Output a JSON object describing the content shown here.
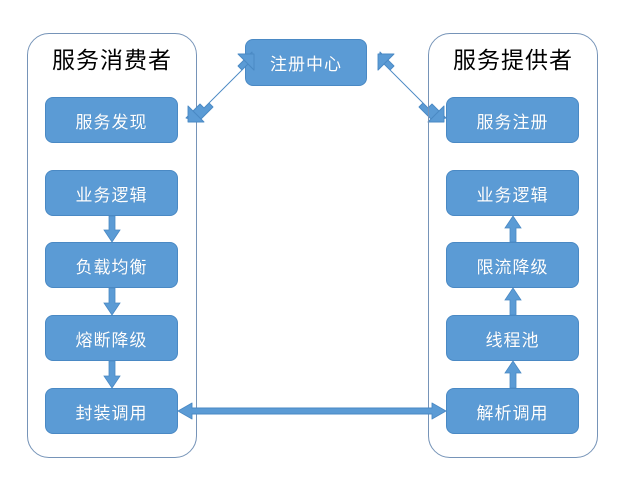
{
  "diagram": {
    "title_consumer": "服务消费者",
    "title_provider": "服务提供者",
    "registry": {
      "label": "注册中心",
      "name": "registry-center"
    },
    "colors": {
      "node_fill": "#5b9bd5",
      "node_border": "#4a89c4",
      "panel_border": "#7694b8",
      "arrow": "#5b9bd5",
      "node_text": "#ffffff",
      "title_text": "#000000",
      "background": "#ffffff"
    },
    "consumer_nodes": [
      {
        "label": "服务发现",
        "name": "node-service-discovery"
      },
      {
        "label": "业务逻辑",
        "name": "node-business-logic-consumer"
      },
      {
        "label": "负载均衡",
        "name": "node-load-balancing"
      },
      {
        "label": "熔断降级",
        "name": "node-circuit-breaker"
      },
      {
        "label": "封装调用",
        "name": "node-encapsulated-invocation"
      }
    ],
    "provider_nodes": [
      {
        "label": "服务注册",
        "name": "node-service-registration"
      },
      {
        "label": "业务逻辑",
        "name": "node-business-logic-provider"
      },
      {
        "label": "限流降级",
        "name": "node-rate-limit-degrade"
      },
      {
        "label": "线程池",
        "name": "node-thread-pool"
      },
      {
        "label": "解析调用",
        "name": "node-parse-invocation"
      }
    ],
    "connectors": [
      {
        "name": "arrow-discovery-to-registry",
        "kind": "double-diagonal"
      },
      {
        "name": "arrow-registry-to-registration",
        "kind": "double-diagonal"
      },
      {
        "name": "arrow-consumer-business-to-loadbalance",
        "kind": "down"
      },
      {
        "name": "arrow-consumer-loadbalance-to-breaker",
        "kind": "down"
      },
      {
        "name": "arrow-consumer-breaker-to-encapsulate",
        "kind": "down"
      },
      {
        "name": "arrow-provider-ratelimit-to-business",
        "kind": "up"
      },
      {
        "name": "arrow-provider-threadpool-to-ratelimit",
        "kind": "up"
      },
      {
        "name": "arrow-provider-parse-to-threadpool",
        "kind": "up"
      },
      {
        "name": "arrow-encapsulate-to-parse",
        "kind": "double-horizontal"
      }
    ]
  }
}
